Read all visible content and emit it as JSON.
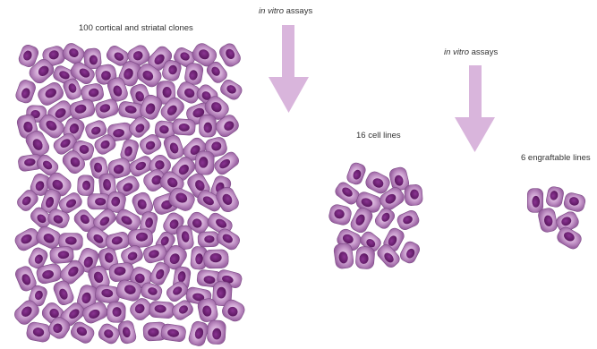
{
  "labels": {
    "clones": "100 cortical and striatal clones",
    "assay_italic": "in vitro",
    "assay_rest": " assays",
    "cell_lines": "16 cell lines",
    "engraftable": "6 engraftable lines"
  },
  "colors": {
    "cell_outer": "#b57fb9",
    "cell_mid": "#d7b3da",
    "cell_edge": "#7d4a86",
    "nucleus": "#6b1d73",
    "arrow": "#d9b5dc",
    "text": "#333333"
  },
  "icons": [
    "arrow-down-icon",
    "cell-icon"
  ]
}
